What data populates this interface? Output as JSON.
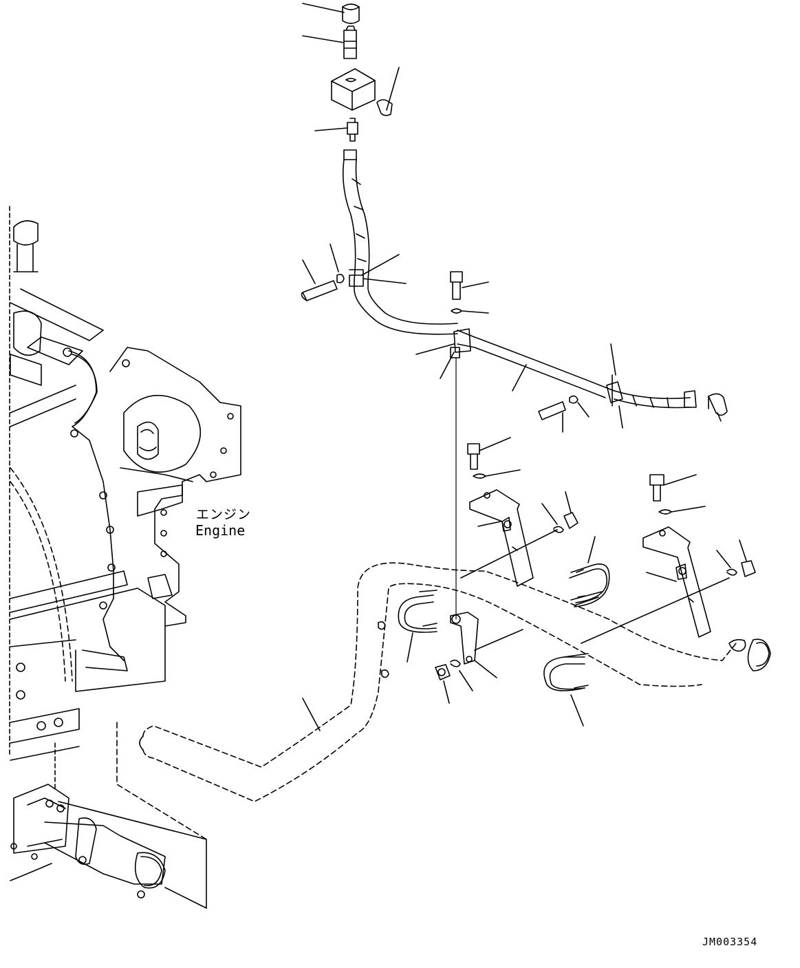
{
  "labels": {
    "engine_jp": "エンジン",
    "engine_en": "Engine",
    "drawing_ref": "JM003354"
  },
  "colors": {
    "line": "#000000",
    "background": "#ffffff"
  }
}
